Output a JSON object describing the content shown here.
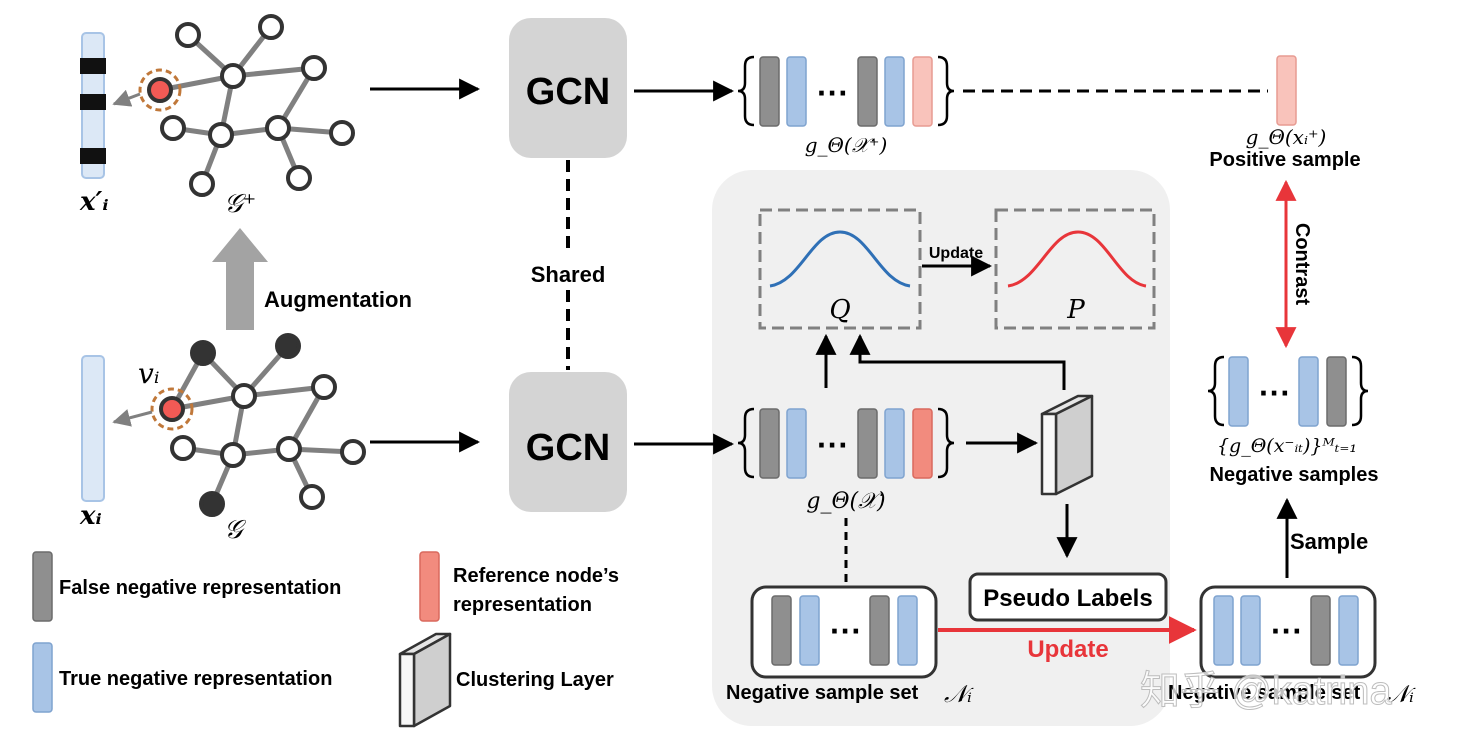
{
  "colors": {
    "gray_bar": "#8f8f8f",
    "blue_bar": "#a8c4e6",
    "red_bar": "#f28b7e",
    "pink_bar": "#f9c3bb",
    "feature_fill": "#dce8f6",
    "red_arrow": "#e8353a",
    "panel_bg": "#f0f0f0",
    "gcn_box": "#d4d4d4",
    "q_curve": "#2f70b6",
    "p_curve": "#e8353a"
  },
  "labels": {
    "gcn_top": "GCN",
    "gcn_bottom": "GCN",
    "shared": "Shared",
    "augmentation": "Augmentation",
    "update_small": "Update",
    "update_red": "Update",
    "pseudo_labels": "Pseudo Labels",
    "contrast": "Contrast",
    "sample": "Sample",
    "positive_sample": "Positive sample",
    "negative_samples": "Negative samples",
    "negative_set_main": "Negative sample set",
    "negative_set_right": "Negative sample set",
    "q": "Q",
    "p": "P",
    "x_prime": "x′ᵢ",
    "x_i": "xᵢ",
    "g_plus": "𝒢⁺",
    "g": "𝒢",
    "v_i": "vᵢ",
    "g_x_plus": "g_Θ(𝒳⁺)",
    "g_x": "g_Θ(𝒳)",
    "g_x_i_plus": "g_Θ(xᵢ⁺)",
    "neg_set_formula": "{g_Θ(x⁻ᵢₜ)}ᴹₜ₌₁",
    "n_i": "𝒩ᵢ",
    "watermark": "知乎 @katrina"
  },
  "legend": {
    "false_negative": "False negative representation",
    "true_negative": "True negative representation",
    "reference_node_line1": "Reference node’s",
    "reference_node_line2": "representation",
    "clustering_layer": "Clustering Layer"
  }
}
